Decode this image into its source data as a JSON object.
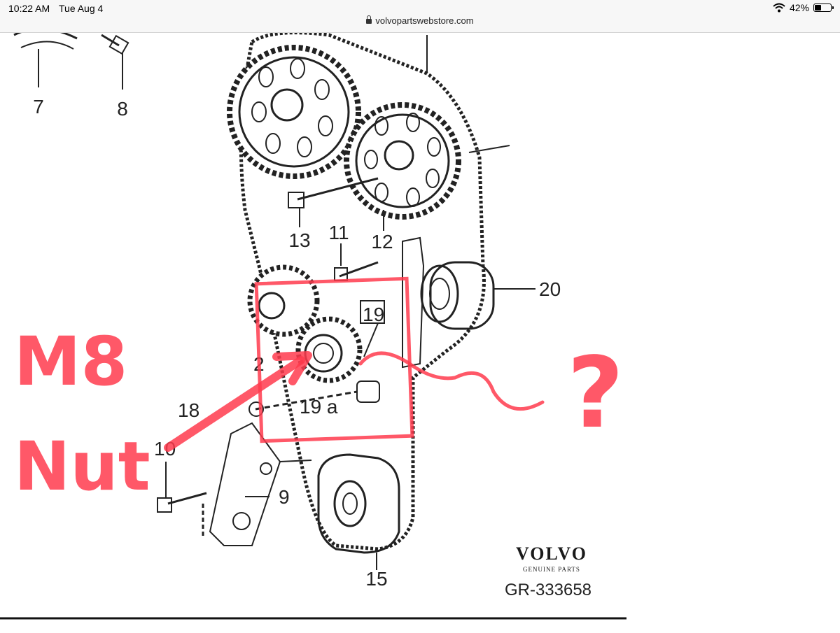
{
  "status_bar": {
    "time": "10:22 AM",
    "date": "Tue Aug 4",
    "battery": "42%",
    "battery_level": 0.42,
    "icons": [
      "wifi-icon",
      "battery-icon"
    ]
  },
  "browser": {
    "url": "volvopartswebstore.com",
    "icon": "lock-icon"
  },
  "diagram": {
    "part_labels": {
      "p7": "7",
      "p8": "8",
      "p13": "13",
      "p11": "11",
      "p12": "12",
      "p20": "20",
      "p19": "19",
      "p2": "2",
      "p19a": "19 a",
      "p18": "18",
      "p10": "10",
      "p9": "9",
      "p15": "15"
    },
    "brand": {
      "logo_text": "VOLVO",
      "subtitle": "GENUINE PARTS",
      "ref": "GR-333658"
    }
  },
  "annotation": {
    "line1": "M8",
    "line2": "Nut",
    "question": "?",
    "color": "#ff3b4e"
  }
}
